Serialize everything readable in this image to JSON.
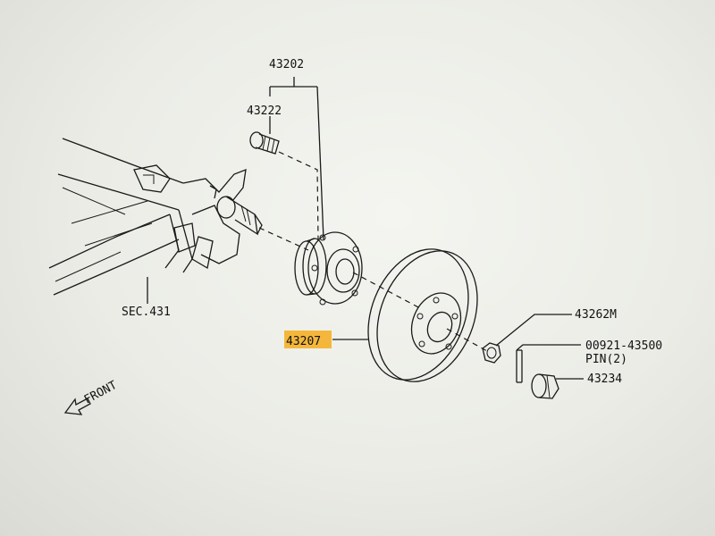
{
  "labels": {
    "hub_assembly": "43202",
    "hub_bolt": "43222",
    "section_ref": "SEC.431",
    "rotor": "43207",
    "hub_nut": "43262M",
    "pin_part": "00921-43500",
    "pin_qty": "PIN(2)",
    "cap": "43234",
    "direction": "FRONT"
  },
  "colors": {
    "highlight": "#f5b73b",
    "line": "#1a1a1a"
  }
}
